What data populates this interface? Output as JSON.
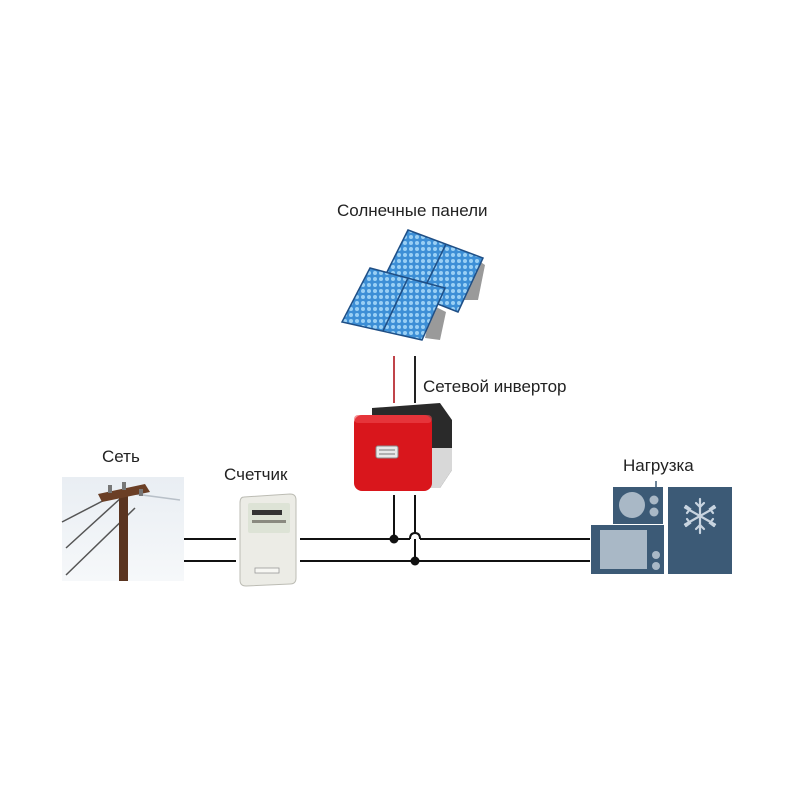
{
  "labels": {
    "solar_panels": "Солнечные панели",
    "inverter": "Сетевой инвертор",
    "grid": "Сеть",
    "meter": "Счетчик",
    "load": "Нагрузка"
  },
  "colors": {
    "panel_blue": "#3d8fd6",
    "panel_cell": "#9ad0f4",
    "inverter_red": "#d9161c",
    "inverter_dark": "#2a2a2a",
    "load_blue": "#3c5a76",
    "load_light": "#a9b8c6",
    "wire": "#111111",
    "dc_wire_red": "#c0444a",
    "pole_brown": "#5a3420"
  }
}
